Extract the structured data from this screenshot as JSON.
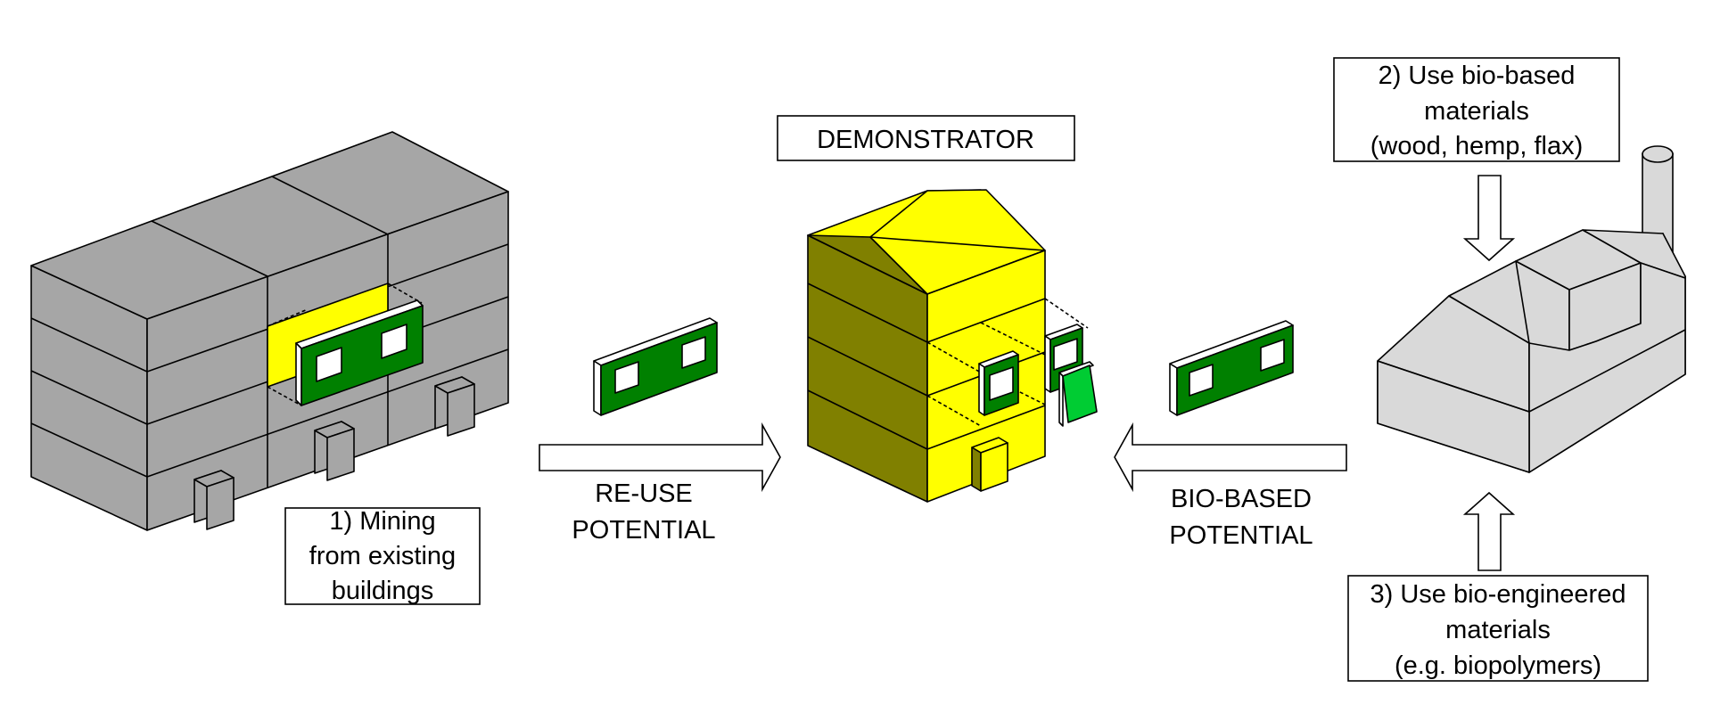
{
  "labels": {
    "demonstrator": "DEMONSTRATOR",
    "mining": [
      "1) Mining",
      "from existing",
      "buildings"
    ],
    "reuse": [
      "RE-USE",
      "POTENTIAL"
    ],
    "biobased_potential": [
      "BIO-BASED",
      "POTENTIAL"
    ],
    "bio_based_materials": [
      "2) Use bio-based",
      "materials",
      "(wood, hemp, flax)"
    ],
    "bio_engineered": [
      "3) Use bio-engineered",
      "materials",
      "(e.g. biopolymers)"
    ]
  },
  "colors": {
    "existing_building_gray": "#a6a6a6",
    "factory_gray": "#d9d9d9",
    "demonstrator_yellow": "#ffff00",
    "demonstrator_shadow": "#808000",
    "panel_green": "#008000",
    "panel_light_green": "#00cc33",
    "outline": "#000000"
  }
}
